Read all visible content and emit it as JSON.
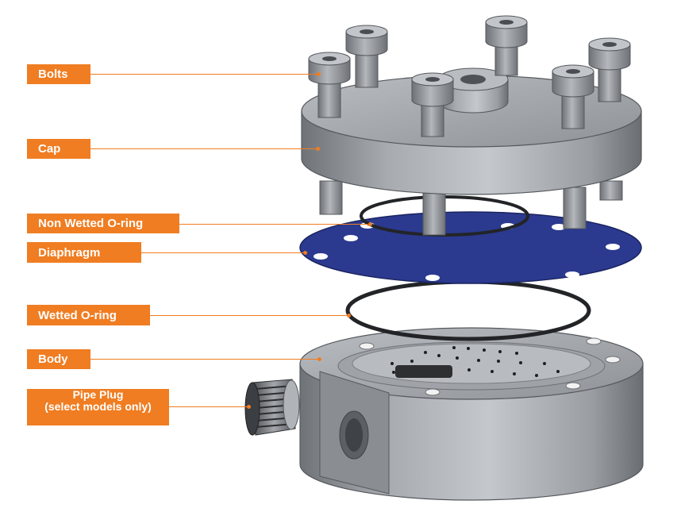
{
  "labels": {
    "bolts": "Bolts",
    "cap": "Cap",
    "non_wetted_oring": "Non Wetted O-ring",
    "diaphragm": "Diaphragm",
    "wetted_oring": "Wetted O-ring",
    "body": "Body",
    "pipe_plug_line1": "Pipe Plug",
    "pipe_plug_line2": "(select models only)"
  },
  "colors": {
    "accent": "#f07d22",
    "diaphragm": "#2b3a8f",
    "metal": "#9ea3a8"
  }
}
